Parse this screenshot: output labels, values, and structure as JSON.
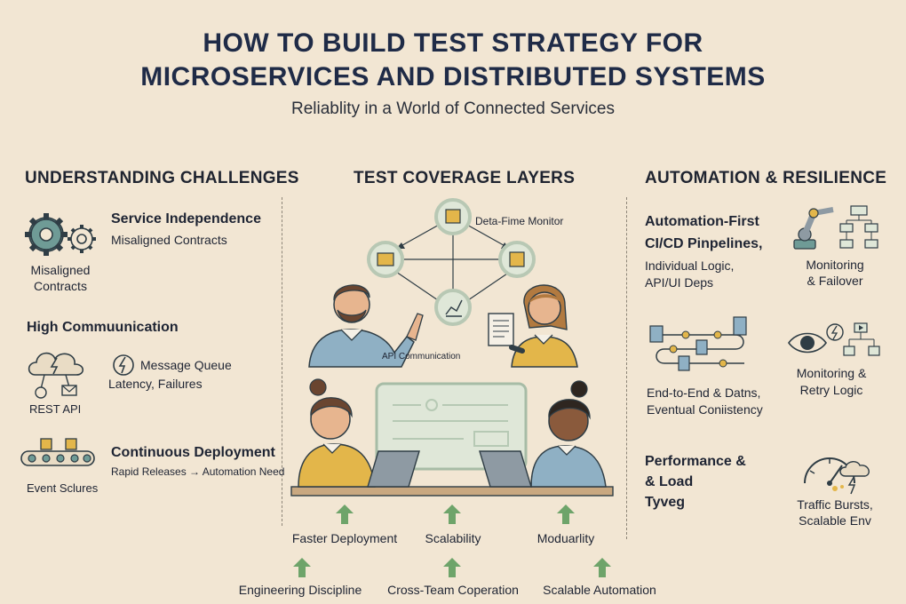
{
  "header": {
    "title_line1": "HOW TO BUILD TEST STRATEGY FOR",
    "title_line2": "MICROSERVICES AND DISTRIBUTED SYSTEMS",
    "subtitle": "Reliablity in a World of Connected Services"
  },
  "left": {
    "heading": "UNDERSTANDING CHALLENGES",
    "service_title": "Service Independence",
    "service_desc": "Misaligned Contracts",
    "gear_caption_1": "Misaligned",
    "gear_caption_2": "Contracts",
    "comm_title": "High Commuunication",
    "mq_line1": "Message Queue",
    "mq_line2": "Latency, Failures",
    "rest_caption": "REST API",
    "cd_title": "Continuous Deployment",
    "cd_desc": "Rapid Releases → Automation Need",
    "event_caption": "Event Sclures"
  },
  "middle": {
    "heading": "TEST COVERAGE LAYERS",
    "monitor_label": "Deta-Fime Monitor",
    "api_label": "API Communication",
    "arrows_row1": [
      "Faster Deployment",
      "Scalability",
      "Moduarlity"
    ],
    "arrows_row2": [
      "Engineering Discipline",
      "Cross-Team Coperation",
      "Scalable Automation"
    ]
  },
  "right": {
    "heading": "AUTOMATION & RESILIENCE",
    "auto_title1": "Automation-First",
    "auto_title2": "CI/CD Pinpelines,",
    "auto_desc1": "Individual Logic,",
    "auto_desc2": "API/UI Deps",
    "robot_caption1": "Monitoring",
    "robot_caption2": "& Failover",
    "e2e_line1": "End-to-End & Datns,",
    "e2e_line2": "Eventual Coniistency",
    "eye_caption1": "Monitoring &",
    "eye_caption2": "Retry Logic",
    "perf_line1": "Performance &",
    "perf_line2": "& Load",
    "perf_line3": "Tyveg",
    "traffic_line1": "Traffic Bursts,",
    "traffic_line2": "Scalable Env"
  },
  "colors": {
    "background": "#f2e6d3",
    "title": "#1f2b47",
    "accent_green": "#6ea46a",
    "icon_teal": "#4f7c78",
    "shirt_yellow": "#e3b64a",
    "shirt_blue": "#8fb0c4"
  }
}
